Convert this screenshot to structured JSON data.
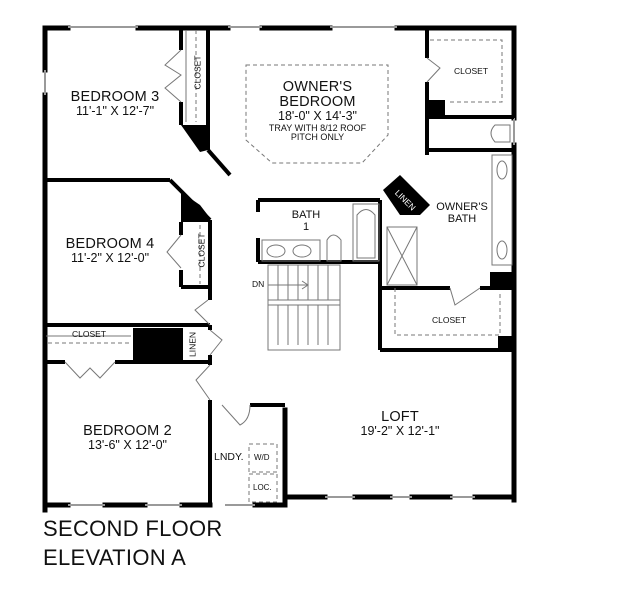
{
  "title": {
    "line1": "SECOND FLOOR",
    "line2": "ELEVATION A"
  },
  "rooms": {
    "bedroom3": {
      "name": "BEDROOM 3",
      "dims": "11'-1\" X 12'-7\""
    },
    "owners_bedroom": {
      "name_line1": "OWNER'S",
      "name_line2": "BEDROOM",
      "dims": "18'-0\" X 14'-3\"",
      "note_line1": "TRAY WITH 8/12 ROOF",
      "note_line2": "PITCH ONLY"
    },
    "bedroom4": {
      "name": "BEDROOM 4",
      "dims": "11'-2\" X 12'-0\""
    },
    "bath1": {
      "name_line1": "BATH",
      "name_line2": "1"
    },
    "owners_bath": {
      "name_line1": "OWNER'S",
      "name_line2": "BATH"
    },
    "bedroom2": {
      "name": "BEDROOM 2",
      "dims": "13'-6\" X 12'-0\""
    },
    "loft": {
      "name": "LOFT",
      "dims": "19'-2\" X 12'-1\""
    },
    "laundry": {
      "name": "LNDY.",
      "washer_dryer": "W/D",
      "location": "LOC."
    }
  },
  "closets": {
    "bedroom3_closet": "CLOSET",
    "owners_closet_top": "CLOSET",
    "bedroom4_closet": "CLOSET",
    "bedroom2_closet": "CLOSET",
    "owners_closet_bottom": "CLOSET",
    "hall_linen": "LINEN",
    "owners_bath_linen": "LINEN"
  },
  "stairs": {
    "direction_label": "DN"
  },
  "colors": {
    "wall": "#000000",
    "fixture": "#555555",
    "window": "#9a9a9a",
    "background": "#ffffff"
  }
}
